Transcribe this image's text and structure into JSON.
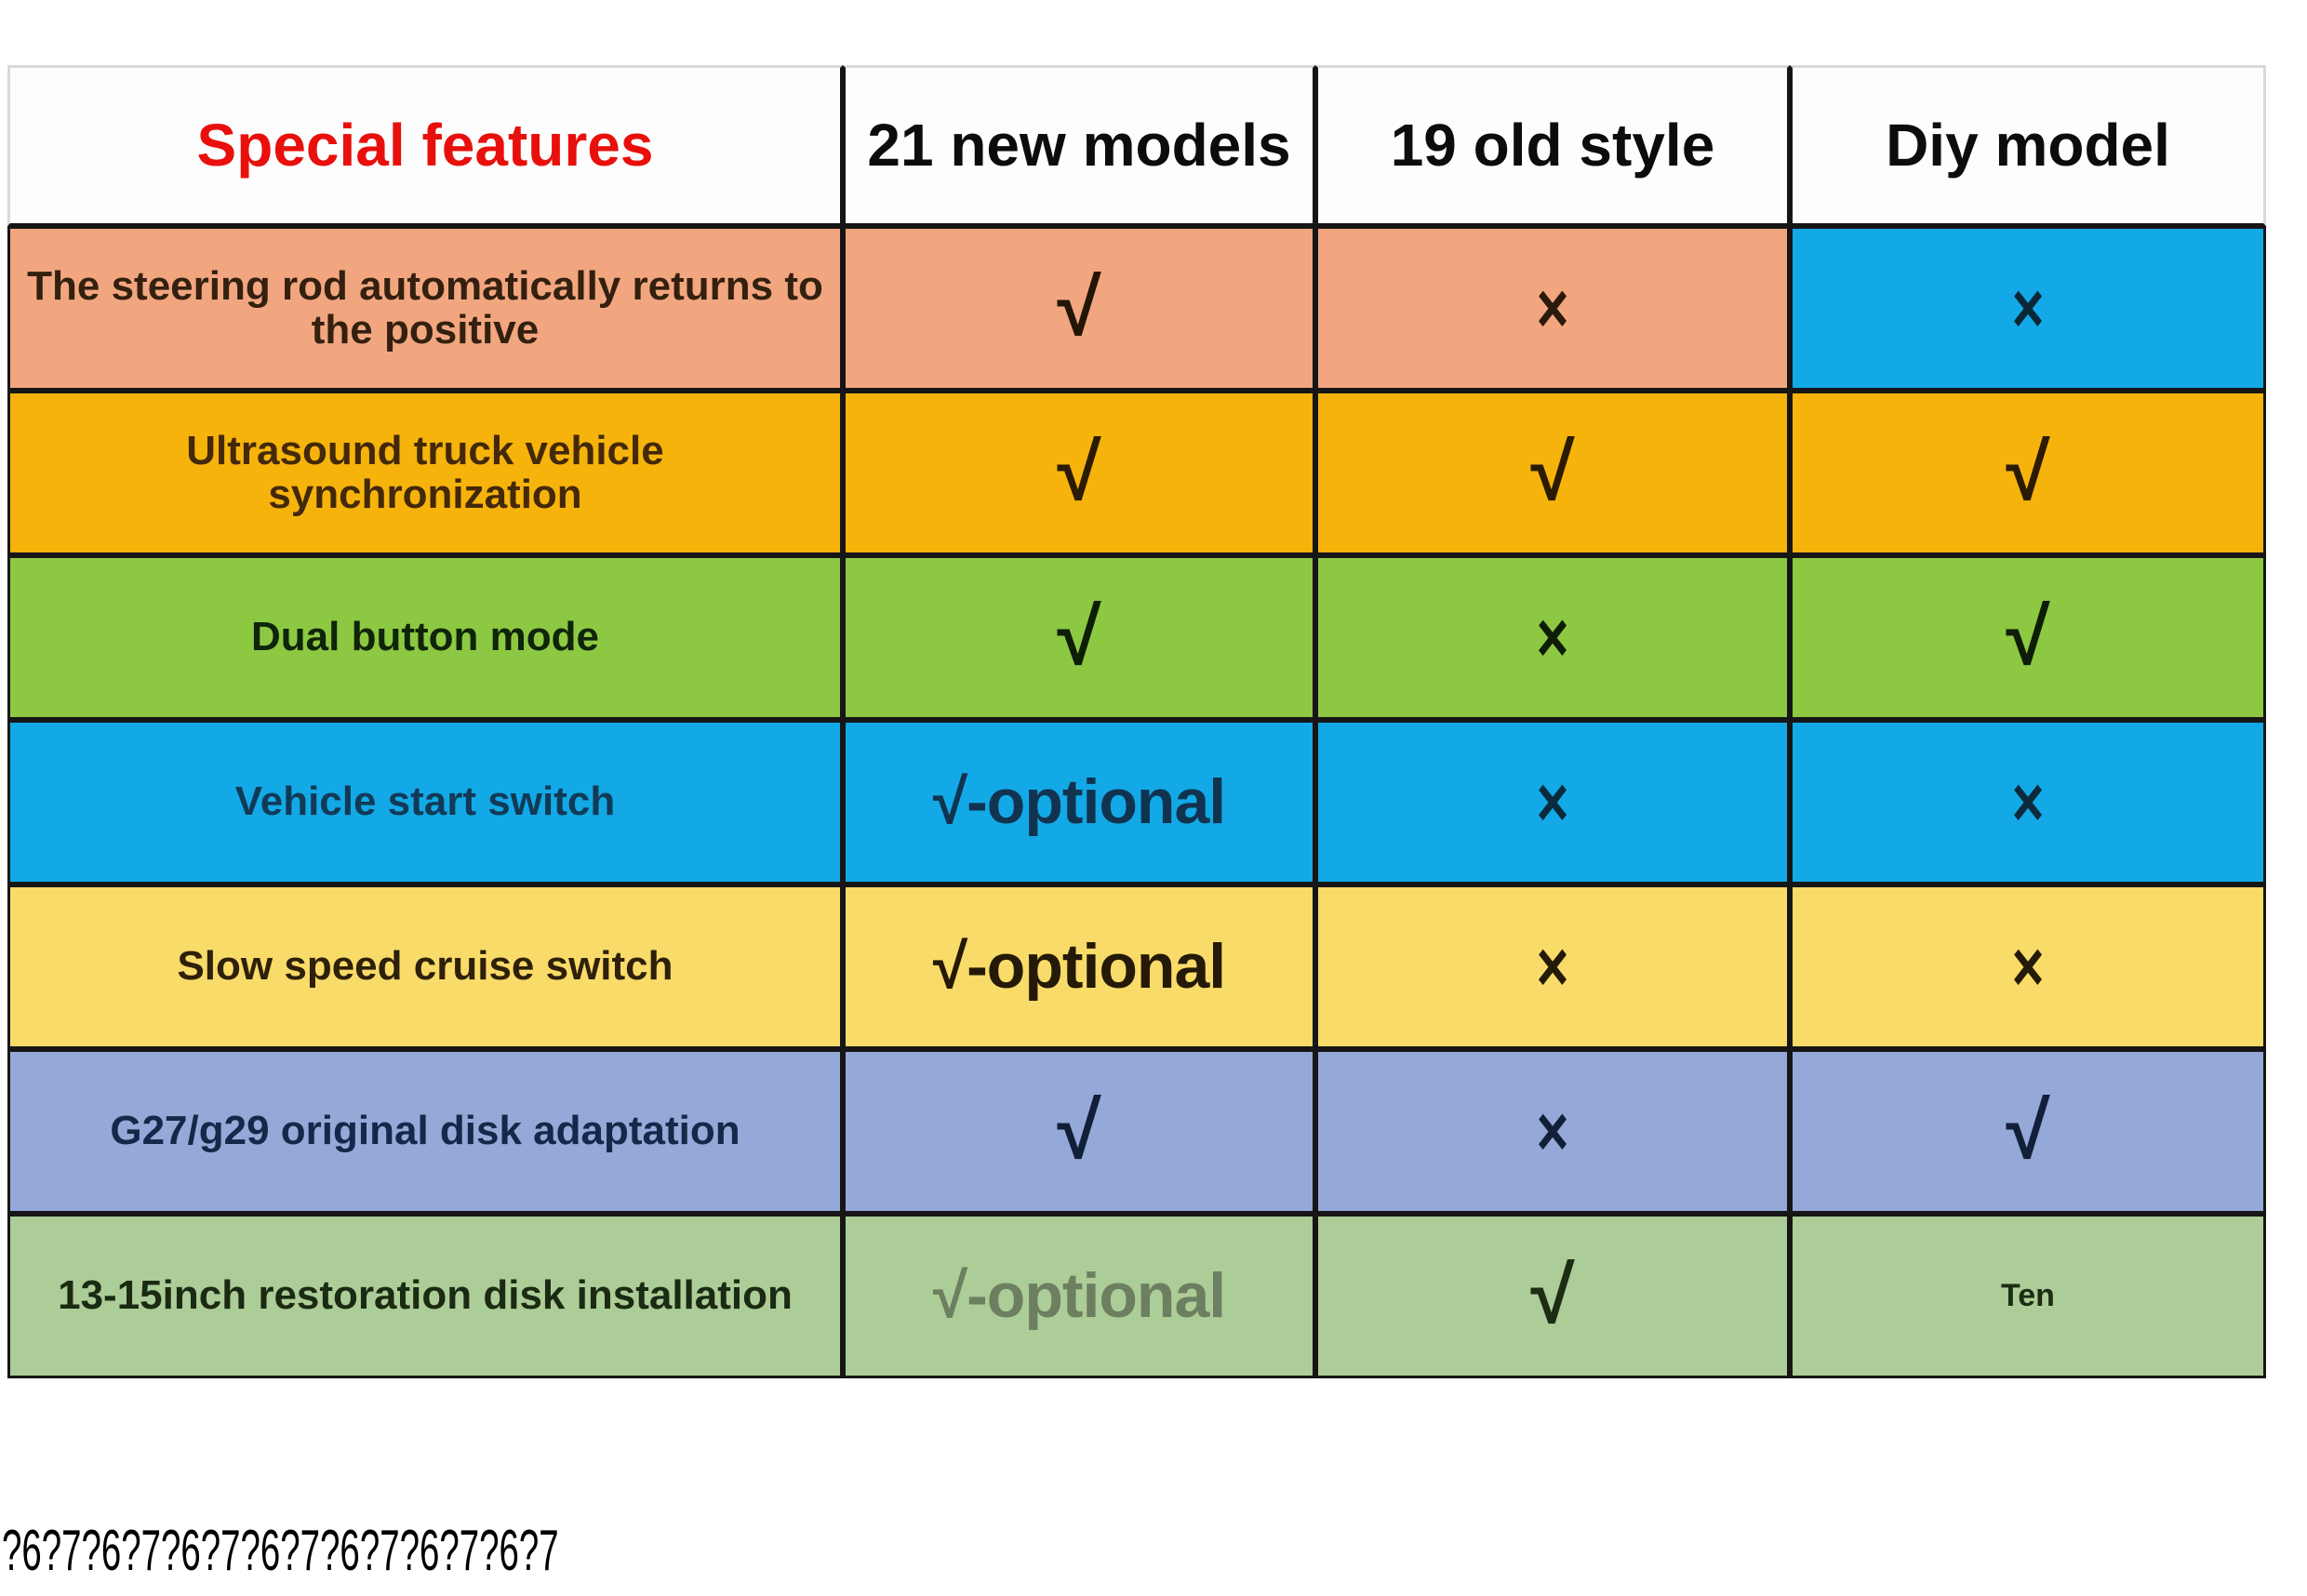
{
  "chart_data": {
    "type": "table",
    "title": "Special features",
    "columns": [
      "Special features",
      "21 new models",
      "19 old style",
      "Diy model"
    ],
    "rows": [
      [
        "The steering rod automatically returns to the positive",
        "√",
        "×",
        "×"
      ],
      [
        "Ultrasound truck vehicle synchronization",
        "√",
        "√",
        "√"
      ],
      [
        "Dual button mode",
        "√",
        "×",
        "√"
      ],
      [
        "Vehicle start switch",
        "√-optional",
        "×",
        "×"
      ],
      [
        "Slow speed cruise switch",
        "√-optional",
        "×",
        "×"
      ],
      [
        "G27/g29 original disk adaptation",
        "√",
        "×",
        "√"
      ],
      [
        "13-15inch restoration disk installation",
        "√-optional",
        "√",
        "Ten"
      ]
    ],
    "legend_position": "none",
    "grid": "on"
  },
  "header": {
    "feature": {
      "label": "Special features",
      "color": "#e8100c"
    },
    "models": [
      {
        "label": "21 new models"
      },
      {
        "label": "19 old style"
      },
      {
        "label": "Diy model"
      }
    ]
  },
  "rows": [
    {
      "feature": "The steering rod automatically returns to the positive",
      "row_bg": "#f2a67f",
      "label_color": "#33200f",
      "cells": [
        {
          "value": "√",
          "kind": "check",
          "bg": "#f2a67f",
          "color": "#241607"
        },
        {
          "value": "×",
          "kind": "cross",
          "bg": "#f2a67f",
          "color": "#2a1a0c"
        },
        {
          "value": "×",
          "kind": "cross",
          "bg": "#12a9e6",
          "color": "#0b2836"
        }
      ]
    },
    {
      "feature": "Ultrasound truck vehicle synchronization",
      "row_bg": "#f6b30b",
      "label_color": "#43290a",
      "cells": [
        {
          "value": "√",
          "kind": "check",
          "bg": "#f6b30b",
          "color": "#2b1b03"
        },
        {
          "value": "√",
          "kind": "check",
          "bg": "#f6b30b",
          "color": "#2b1b03"
        },
        {
          "value": "√",
          "kind": "check",
          "bg": "#f6b30b",
          "color": "#2b1b03"
        }
      ]
    },
    {
      "feature": "Dual button mode",
      "row_bg": "#8dc843",
      "label_color": "#0f2409",
      "cells": [
        {
          "value": "√",
          "kind": "check",
          "bg": "#8dc843",
          "color": "#0d1d07"
        },
        {
          "value": "×",
          "kind": "cross",
          "bg": "#8dc843",
          "color": "#0d1d07"
        },
        {
          "value": "√",
          "kind": "check",
          "bg": "#8dc843",
          "color": "#0d1d07"
        }
      ]
    },
    {
      "feature": "Vehicle start switch",
      "row_bg": "#12a9e6",
      "label_color": "#123a57",
      "cells": [
        {
          "value": "√-optional",
          "kind": "optional",
          "bg": "#12a9e6",
          "color": "#113350"
        },
        {
          "value": "×",
          "kind": "cross",
          "bg": "#12a9e6",
          "color": "#0c2a3b"
        },
        {
          "value": "×",
          "kind": "cross",
          "bg": "#12a9e6",
          "color": "#0c2a3b"
        }
      ]
    },
    {
      "feature": "Slow speed cruise switch",
      "row_bg": "#f9db69",
      "label_color": "#2e2009",
      "cells": [
        {
          "value": "√-optional",
          "kind": "optional",
          "bg": "#f9db69",
          "color": "#241a07"
        },
        {
          "value": "×",
          "kind": "cross",
          "bg": "#f9db69",
          "color": "#241a07"
        },
        {
          "value": "×",
          "kind": "cross",
          "bg": "#f9db69",
          "color": "#241a07"
        }
      ]
    },
    {
      "feature": "G27/g29 original disk adaptation",
      "row_bg": "#95a9d8",
      "label_color": "#142849",
      "cells": [
        {
          "value": "√",
          "kind": "check",
          "bg": "#95a9d8",
          "color": "#121f38"
        },
        {
          "value": "×",
          "kind": "cross",
          "bg": "#95a9d8",
          "color": "#121f38"
        },
        {
          "value": "√",
          "kind": "check",
          "bg": "#95a9d8",
          "color": "#121f38"
        }
      ]
    },
    {
      "feature": "13-15inch restoration disk installation",
      "row_bg": "#accd97",
      "label_color": "#1b2a12",
      "cells": [
        {
          "value": "√-optional",
          "kind": "optional",
          "bg": "#accd97",
          "color": "#6c7f60"
        },
        {
          "value": "√",
          "kind": "check",
          "bg": "#accd97",
          "color": "#1d2c13"
        },
        {
          "value": "Ten",
          "kind": "text",
          "bg": "#accd97",
          "color": "#1d2c13"
        }
      ]
    }
  ],
  "footer": {
    "text": "?6?7?6?7?6?7?6?7?6?7?6?7?6?7"
  }
}
